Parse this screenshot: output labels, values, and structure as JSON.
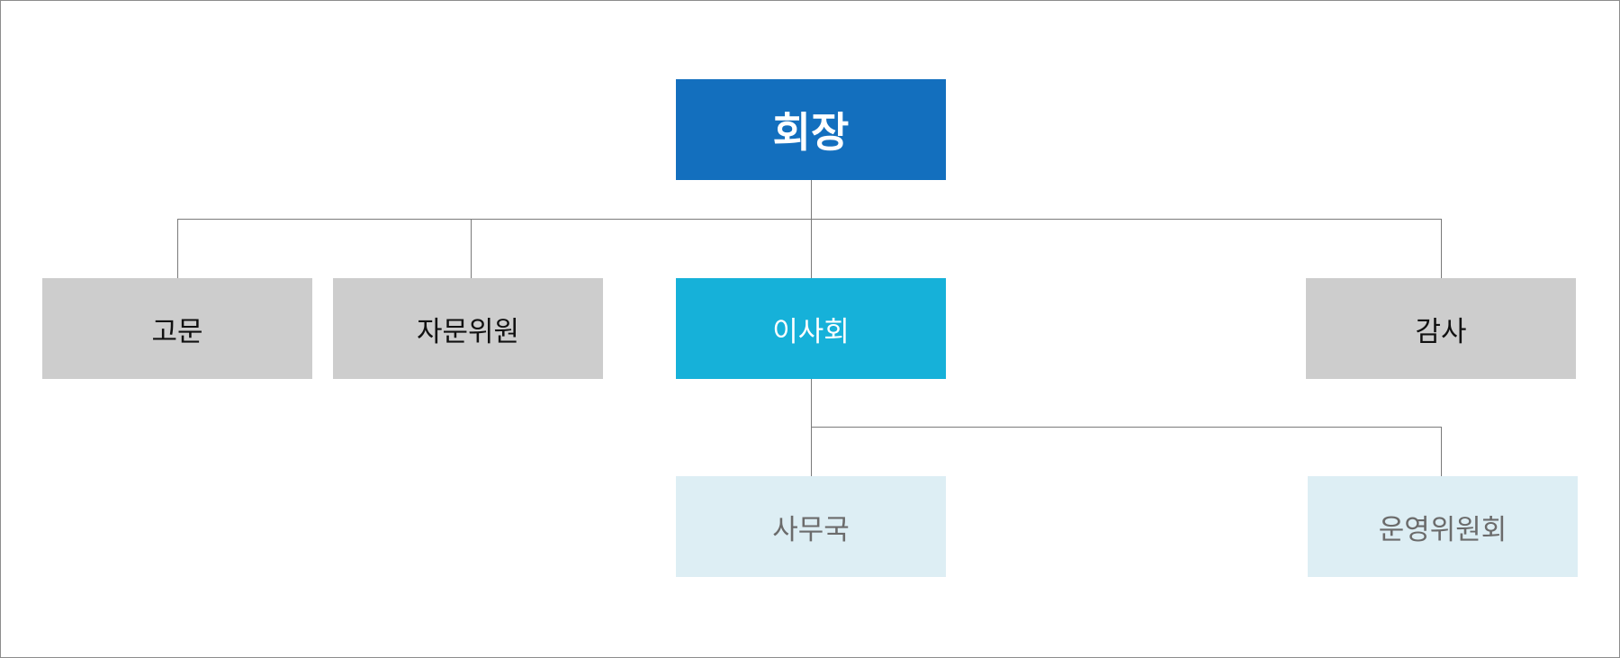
{
  "org_chart": {
    "top": {
      "label": "회장",
      "color": "#136fbe",
      "text_color": "#ffffff"
    },
    "level2": [
      {
        "label": "고문",
        "color": "#cdcdcd",
        "text_color": "#111111"
      },
      {
        "label": "자문위원",
        "color": "#cdcdcd",
        "text_color": "#111111"
      },
      {
        "label": "이사회",
        "color": "#16b1d9",
        "text_color": "#ffffff"
      },
      {
        "label": "감사",
        "color": "#cdcdcd",
        "text_color": "#111111"
      }
    ],
    "level3": [
      {
        "label": "사무국",
        "color": "#ddeef4",
        "text_color": "#6b6b6b"
      },
      {
        "label": "운영위원회",
        "color": "#ddeef4",
        "text_color": "#6b6b6b"
      }
    ],
    "connector_color": "#7a7a7a"
  }
}
